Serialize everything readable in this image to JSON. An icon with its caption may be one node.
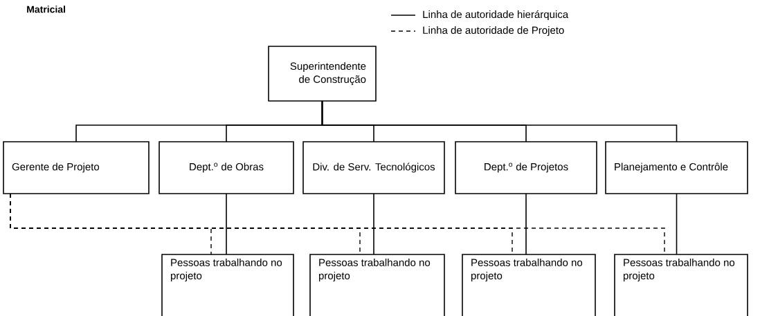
{
  "diagram": {
    "title": "Matricial",
    "nodes": [
      {
        "text": [
          "Superintendente de Construção"
        ]
      },
      {
        "text": [
          "Gerente de Projeto"
        ]
      },
      {
        "text": [
          "Dept.$^{o}$ de Obras"
        ]
      },
      {
        "text": [
          "Div. de Serv. Tecnológicos"
        ]
      },
      {
        "text": [
          "Dept.$^{o}$ de Projetos"
        ]
      },
      {
        "text": [
          "Planejamento e Contrôle"
        ]
      },
      {
        "text": [
          "Pessoas trabalhando no projeto"
        ]
      },
      {
        "text": [
          "Pessoas trabalhando no projeto"
        ]
      },
      {
        "text": [
          "Pessoas trabalhando no projeto"
        ]
      },
      {
        "text": [
          "Pessoas trabalhando no projeto"
        ]
      }
    ],
    "edges": [
      {
        "from": 0,
        "to": 1,
        "arrow": "none"
      },
      {
        "from": 0,
        "to": 2,
        "arrow": "none"
      },
      {
        "from": 0,
        "to": 3,
        "arrow": "none"
      },
      {
        "from": 0,
        "to": 4,
        "arrow": "none"
      },
      {
        "from": 0,
        "to": 5,
        "arrow": "none"
      },
      {
        "from": 2,
        "to": 6,
        "arrow": "none"
      },
      {
        "from": 3,
        "to": 7,
        "arrow": "none"
      },
      {
        "from": 4,
        "to": 8,
        "arrow": "none"
      },
      {
        "from": 5,
        "to": 9,
        "arrow": "none"
      },
      {
        "from": 1,
        "to": 6,
        "arrow": "none",
        "style": "dashed"
      },
      {
        "from": 1,
        "to": 7,
        "arrow": "none",
        "style": "dashed"
      },
      {
        "from": 1,
        "to": 8,
        "arrow": "none",
        "style": "dashed"
      },
      {
        "from": 1,
        "to": 9,
        "arrow": "none",
        "style": "dashed"
      }
    ],
    "legend": [
      {
        "text": "Linha de autoridade hierárquica"
      },
      {
        "text": "Linha de autoridade de Projeto"
      }
    ]
  }
}
